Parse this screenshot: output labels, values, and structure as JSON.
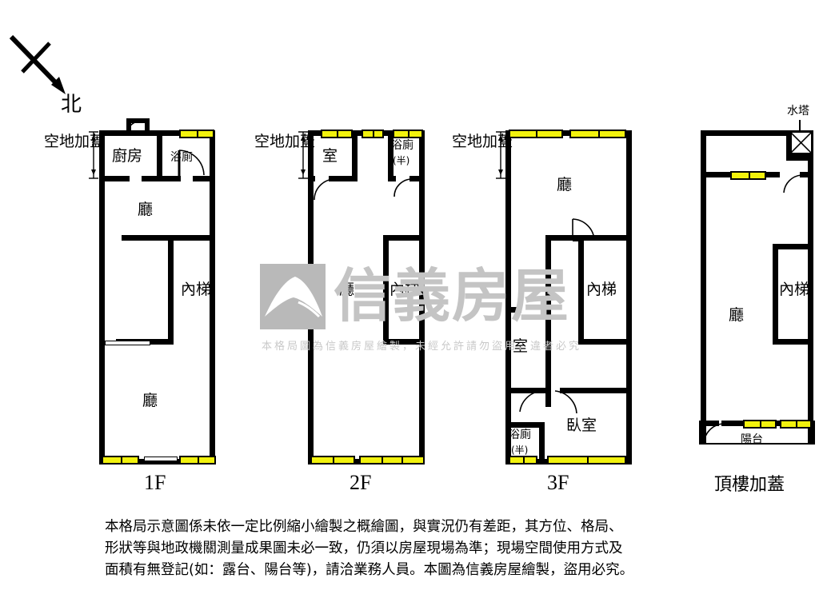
{
  "document": {
    "type": "floor-plan",
    "orientation_label": "北",
    "watermark": {
      "brand": "信義房屋",
      "notice": "本格局圖為信義房屋繪製，未經允許請勿盜用，違者必究"
    },
    "disclaimer_lines": [
      "本格局示意圖係未依一定比例縮小繪製之概繪圖，與實況仍有差距，其方位、格局、",
      "形狀等與地政機關測量成果圖未必一致，仍須以房屋現場為準；現場空間使用方式及",
      "面積有無登記(如：露台、陽台等)，請洽業務人員。本圖為信義房屋繪製，盜用必究。"
    ],
    "colors": {
      "wall": "#000000",
      "window": "#f2f20d",
      "background": "#ffffff",
      "watermark": "#c4c4c4"
    }
  },
  "floors": [
    {
      "id": "1F",
      "title": "1F",
      "annotation": "空地加蓋",
      "rooms": [
        {
          "name": "廚房"
        },
        {
          "name": "浴廁"
        },
        {
          "name": "廳"
        },
        {
          "name": "內梯"
        },
        {
          "name": "廳"
        }
      ]
    },
    {
      "id": "2F",
      "title": "2F",
      "annotation": "空地加蓋",
      "rooms": [
        {
          "name": "室"
        },
        {
          "name": "浴廁",
          "sub": "(半)"
        },
        {
          "name": "廳"
        },
        {
          "name": "內梯"
        }
      ]
    },
    {
      "id": "3F",
      "title": "3F",
      "annotation": "空地加蓋",
      "rooms": [
        {
          "name": "廳"
        },
        {
          "name": "內梯"
        },
        {
          "name": "室"
        },
        {
          "name": "臥室"
        },
        {
          "name": "浴廁",
          "sub": "(半)"
        }
      ]
    },
    {
      "id": "RF",
      "title": "頂樓加蓋",
      "annotation": "水塔",
      "rooms": [
        {
          "name": "廳"
        },
        {
          "name": "內梯"
        },
        {
          "name": "陽台"
        }
      ]
    }
  ]
}
